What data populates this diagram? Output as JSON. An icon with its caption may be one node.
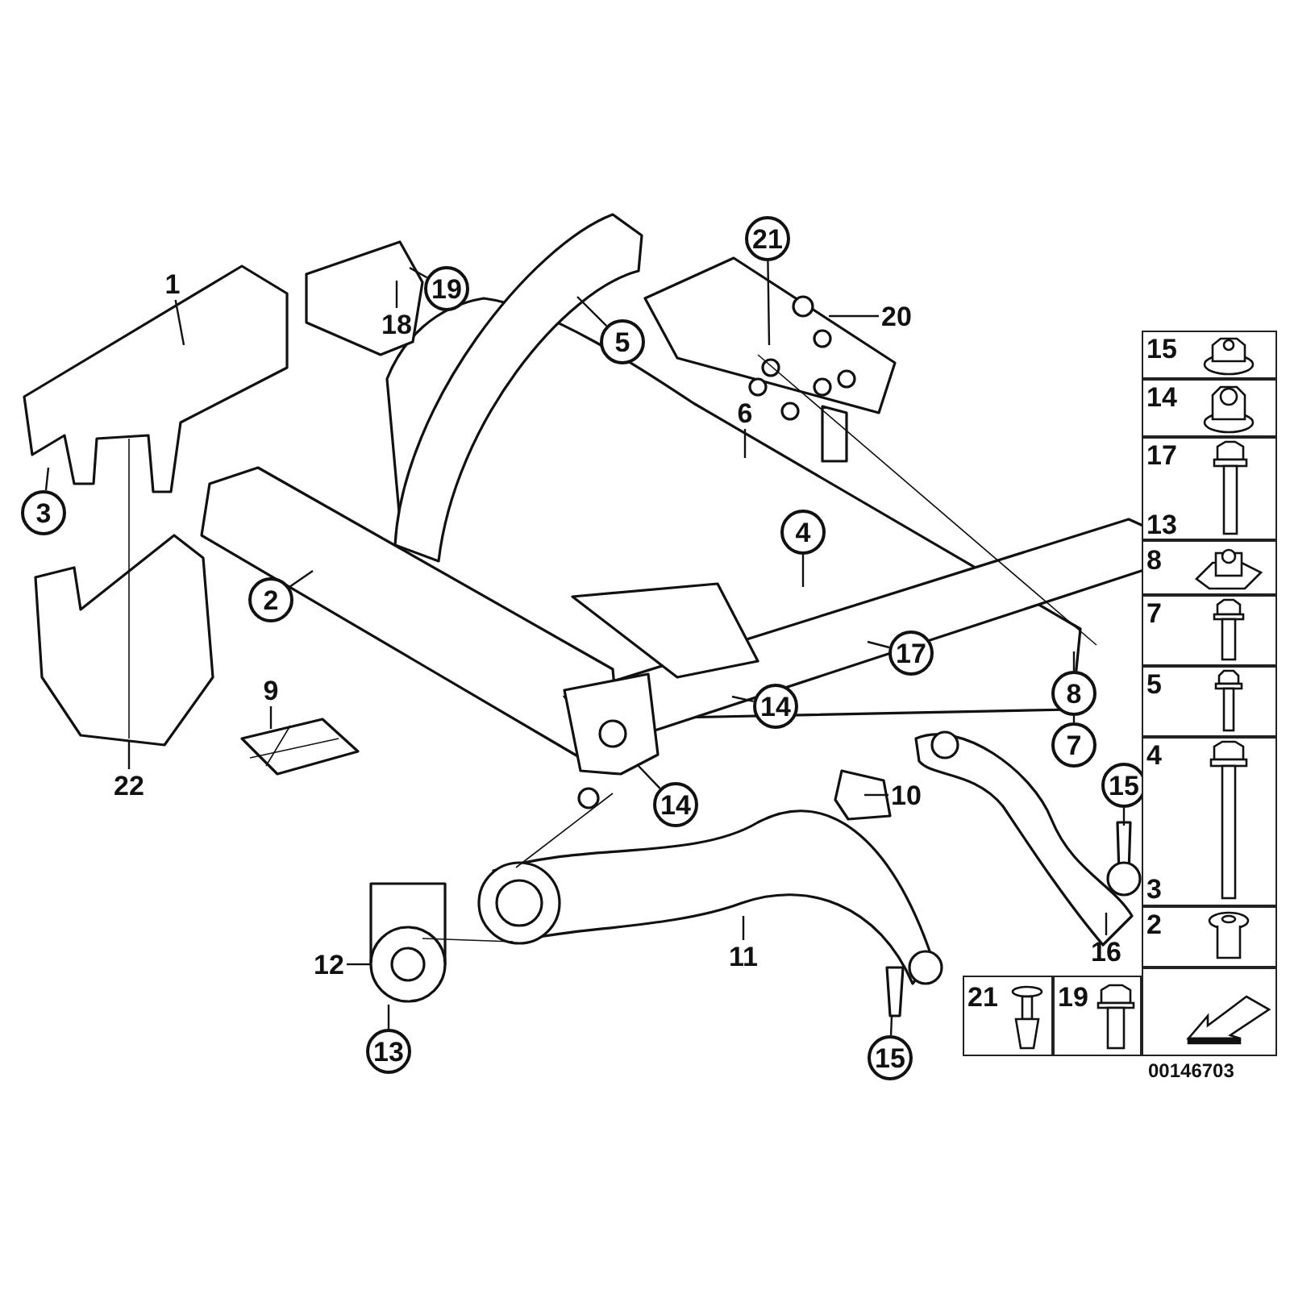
{
  "diagram": {
    "nodes": [
      {
        "text": [
          "21"
        ]
      },
      {
        "text": [
          "1"
        ]
      },
      {
        "text": [
          "19"
        ]
      },
      {
        "text": [
          "18"
        ]
      },
      {
        "text": [
          "20"
        ]
      },
      {
        "text": [
          "5"
        ]
      },
      {
        "text": [
          "6"
        ]
      },
      {
        "text": [
          "3"
        ]
      },
      {
        "text": [
          "4"
        ]
      },
      {
        "text": [
          "2"
        ]
      },
      {
        "text": [
          "17"
        ]
      },
      {
        "text": [
          "8"
        ]
      },
      {
        "text": [
          "9"
        ]
      },
      {
        "text": [
          "14"
        ]
      },
      {
        "text": [
          "7"
        ]
      },
      {
        "text": [
          "22"
        ]
      },
      {
        "text": [
          "14"
        ]
      },
      {
        "text": [
          "10"
        ]
      },
      {
        "text": [
          "15"
        ]
      },
      {
        "text": [
          "16"
        ]
      },
      {
        "text": [
          "11"
        ]
      },
      {
        "text": [
          "12"
        ]
      },
      {
        "text": [
          "13"
        ]
      },
      {
        "text": [
          "15"
        ]
      }
    ],
    "edges": [
      {
        "from": 0,
        "to": null,
        "arrow": "none"
      },
      {
        "from": 1,
        "to": null,
        "arrow": "none"
      },
      {
        "from": 2,
        "to": null,
        "arrow": "none"
      },
      {
        "from": 3,
        "to": null,
        "arrow": "none"
      },
      {
        "from": 4,
        "to": null,
        "arrow": "none"
      },
      {
        "from": 5,
        "to": null,
        "arrow": "none"
      },
      {
        "from": 6,
        "to": null,
        "arrow": "none"
      },
      {
        "from": 7,
        "to": null,
        "arrow": "none"
      },
      {
        "from": 8,
        "to": null,
        "arrow": "none"
      },
      {
        "from": 9,
        "to": null,
        "arrow": "none"
      },
      {
        "from": 10,
        "to": null,
        "arrow": "none"
      },
      {
        "from": 11,
        "to": null,
        "arrow": "none"
      },
      {
        "from": 12,
        "to": null,
        "arrow": "none"
      },
      {
        "from": 13,
        "to": null,
        "arrow": "none"
      },
      {
        "from": 15,
        "to": null,
        "arrow": "none"
      },
      {
        "from": 16,
        "to": null,
        "arrow": "none"
      },
      {
        "from": 17,
        "to": null,
        "arrow": "none"
      },
      {
        "from": 18,
        "to": null,
        "arrow": "none"
      },
      {
        "from": 19,
        "to": null,
        "arrow": "none"
      },
      {
        "from": 20,
        "to": null,
        "arrow": "none"
      },
      {
        "from": 21,
        "to": null,
        "arrow": "none"
      },
      {
        "from": 22,
        "to": null,
        "arrow": "none"
      },
      {
        "from": 23,
        "to": null,
        "arrow": "none"
      },
      {
        "from": 11,
        "to": 14,
        "arrow": "none"
      }
    ],
    "labels": [
      "15",
      "14",
      "17",
      "13",
      "8",
      "7",
      "5",
      "4",
      "3",
      "2",
      "21",
      "19",
      "00146703"
    ]
  }
}
